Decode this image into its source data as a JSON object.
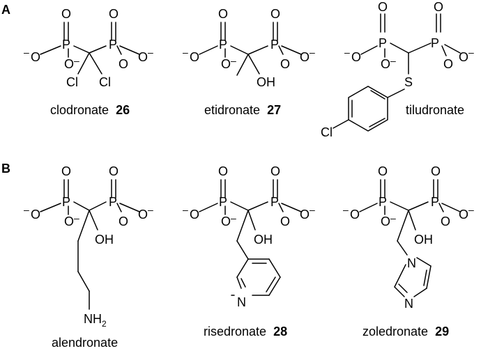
{
  "panels": {
    "a": "A",
    "b": "B"
  },
  "atoms": {
    "p": "P",
    "o": "O",
    "o_minus": "O",
    "minus": "–",
    "cl": "Cl",
    "oh": "OH",
    "s": "S",
    "n": "N",
    "nh": "NH",
    "nh_sub": "2"
  },
  "compounds": {
    "clodronate": {
      "name": "clodronate",
      "number": "26"
    },
    "etidronate": {
      "name": "etidronate",
      "number": "27"
    },
    "tiludronate": {
      "name": "tiludronate",
      "number": ""
    },
    "alendronate": {
      "name": "alendronate",
      "number": ""
    },
    "risedronate": {
      "name": "risedronate",
      "number": "28"
    },
    "zoledronate": {
      "name": "zoledronate",
      "number": "29"
    }
  }
}
